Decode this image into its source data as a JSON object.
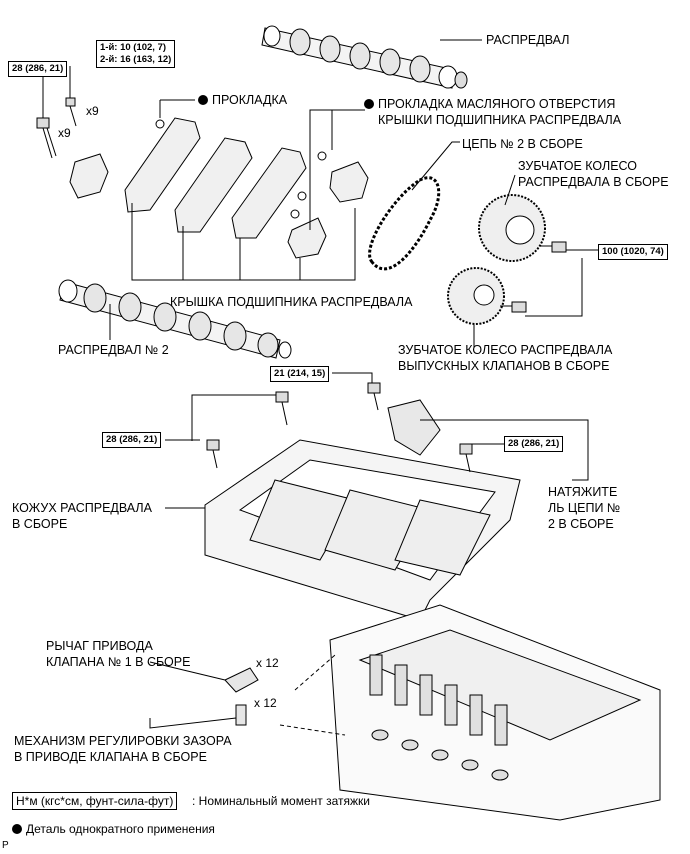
{
  "labels": {
    "camshaft": "РАСПРЕДВАЛ",
    "gasket": "ПРОКЛАДКА",
    "oil_hole_gasket_1": "ПРОКЛАДКА МАСЛЯНОГО ОТВЕРСТИЯ",
    "oil_hole_gasket_2": "КРЫШКИ ПОДШИПНИКА РАСПРЕДВАЛА",
    "chain_2": "ЦЕПЬ № 2 В СБОРЕ",
    "sprocket_1": "ЗУБЧАТОЕ КОЛЕСО",
    "sprocket_2": "РАСПРЕДВАЛА В СБОРЕ",
    "bearing_cap": "КРЫШКА ПОДШИПНИКА РАСПРЕДВАЛА",
    "camshaft_2": "РАСПРЕДВАЛ № 2",
    "exhaust_sprocket_1": "ЗУБЧАТОЕ КОЛЕСО РАСПРЕДВАЛА",
    "exhaust_sprocket_2": "ВЫПУСКНЫХ КЛАПАНОВ В СБОРЕ",
    "housing_1": "КОЖУХ РАСПРЕДВАЛА",
    "housing_2": "В СБОРЕ",
    "tensioner_1": "НАТЯЖИТЕ",
    "tensioner_2": "ЛЬ ЦЕПИ №",
    "tensioner_3": "2 В СБОРЕ",
    "rocker_1": "РЫЧАГ ПРИВОДА",
    "rocker_2": "КЛАПАНА № 1 В СБОРЕ",
    "adjuster_1": "МЕХАНИЗМ РЕГУЛИРОВКИ ЗАЗОРА",
    "adjuster_2": "В ПРИВОДЕ КЛАПАНА В СБОРЕ"
  },
  "torque": {
    "bolt_left": "28 (286, 21)",
    "first_second_1": "1-й: 10 (102, 7)",
    "first_second_2": "2-й: 16 (163, 12)",
    "sprocket_bolt": "100 (1020, 74)",
    "tensioner_bolt": "21 (214, 15)",
    "housing_left": "28 (286, 21)",
    "housing_right": "28 (286, 21)"
  },
  "multipliers": {
    "x9_a": "x9",
    "x9_b": "x9",
    "x12_a": "x 12",
    "x12_b": "x 12"
  },
  "legend": {
    "torque_unit": "Н*м (кгс*см, фунт-сила-фут)",
    "torque_desc": ": Номинальный момент затяжки",
    "single_use": "Деталь однократного применения",
    "corner": "P"
  }
}
